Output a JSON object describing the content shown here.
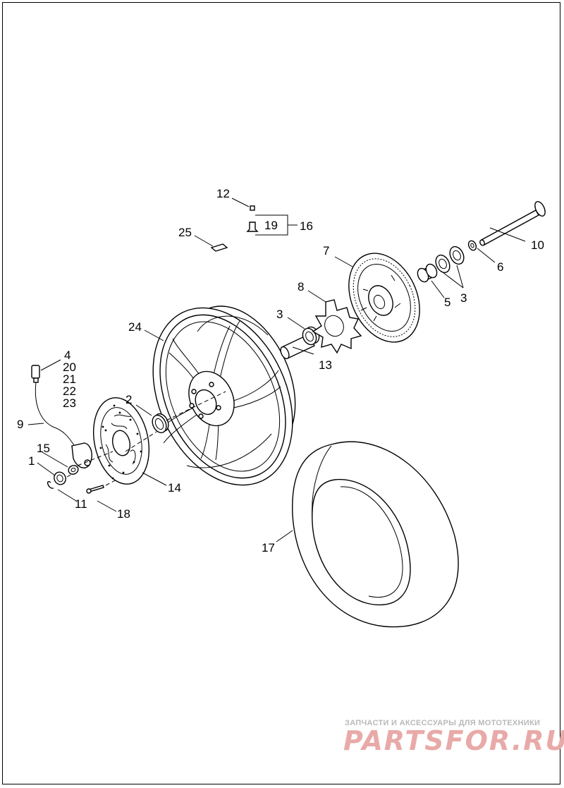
{
  "callouts": {
    "c1": "1",
    "c2": "2",
    "c3a": "3",
    "c3b": "3",
    "c4": "4",
    "c5": "5",
    "c6": "6",
    "c7": "7",
    "c8": "8",
    "c9": "9",
    "c10": "10",
    "c11": "11",
    "c12": "12",
    "c13": "13",
    "c14": "14",
    "c15": "15",
    "c16": "16",
    "c17": "17",
    "c18": "18",
    "c19": "19",
    "c20": "20",
    "c21": "21",
    "c22": "22",
    "c23": "23",
    "c24": "24",
    "c25": "25"
  },
  "watermark": {
    "tagline": "ЗАПЧАСТИ И АКСЕССУАРЫ ДЛЯ МОТОТЕХНИКИ",
    "logo": "PARTSFOR.RU"
  }
}
